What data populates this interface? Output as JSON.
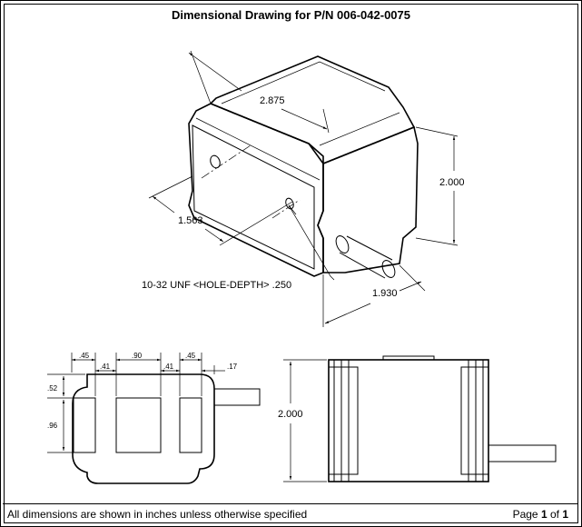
{
  "title": "Dimensional Drawing for P/N 006-042-0075",
  "footer": {
    "note": "All dimensions are shown in inches unless otherwise specified",
    "page_prefix": "Page ",
    "page_num": "1",
    "page_of": " of ",
    "page_total": "1"
  },
  "iso_view": {
    "length": "2.875",
    "height": "2.000",
    "depth": "1.563",
    "width": "1.930",
    "hole_callout": "10-32 UNF  <HOLE-DEPTH> .250"
  },
  "front_view": {
    "top_dims": [
      ".45",
      ".90",
      ".45"
    ],
    "mid_dims": [
      ".41",
      ".41",
      ".17"
    ],
    "left_dims": [
      ".52",
      ".96"
    ]
  },
  "side_view": {
    "height": "2.000"
  }
}
